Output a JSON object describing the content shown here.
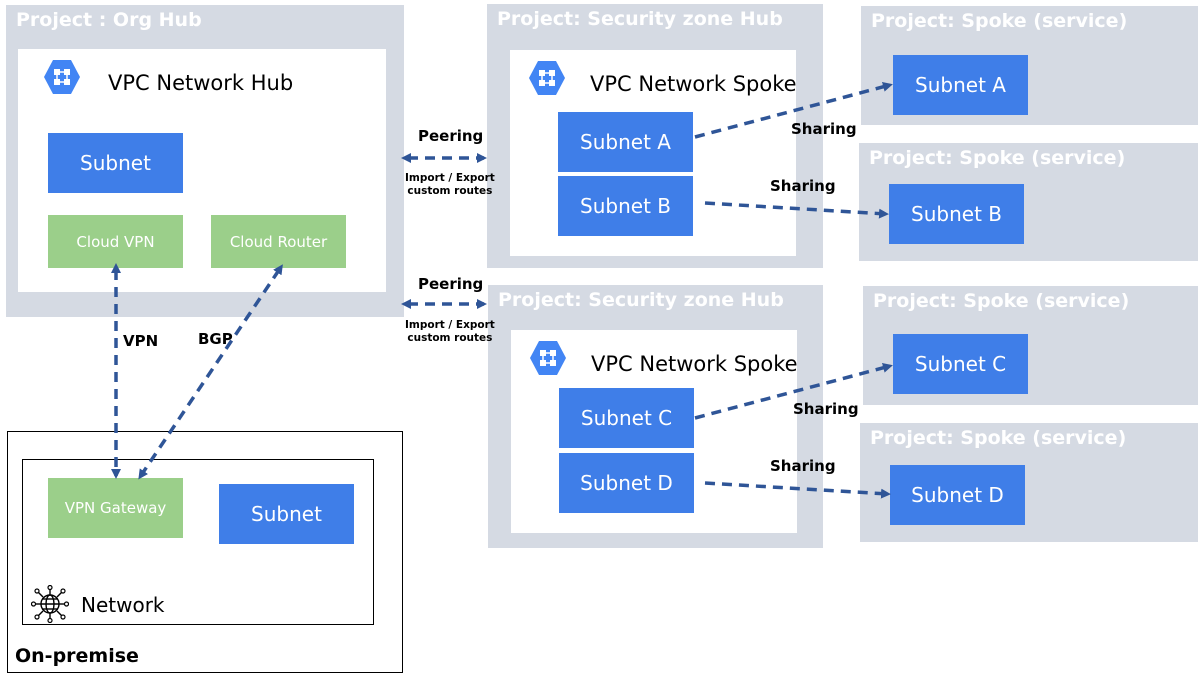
{
  "org_hub": {
    "title": "Project : Org Hub",
    "vpc_title": "VPC Network Hub",
    "subnet": "Subnet",
    "cloud_vpn": "Cloud VPN",
    "cloud_router": "Cloud Router"
  },
  "sec_hub_1": {
    "title": "Project: Security zone Hub",
    "vpc_title": "VPC Network Spoke",
    "subnet_1": "Subnet A",
    "subnet_2": "Subnet B"
  },
  "sec_hub_2": {
    "title": "Project: Security zone Hub",
    "vpc_title": "VPC Network Spoke",
    "subnet_1": "Subnet C",
    "subnet_2": "Subnet D"
  },
  "spokes": [
    {
      "title": "Project: Spoke (service)",
      "subnet": "Subnet A"
    },
    {
      "title": "Project: Spoke (service)",
      "subnet": "Subnet B"
    },
    {
      "title": "Project: Spoke (service)",
      "subnet": "Subnet C"
    },
    {
      "title": "Project: Spoke (service)",
      "subnet": "Subnet D"
    }
  ],
  "peering": [
    {
      "label": "Peering",
      "note": "Import / Export\ncustom routes"
    },
    {
      "label": "Peering",
      "note": "Import / Export\ncustom routes"
    }
  ],
  "sharing_labels": [
    "Sharing",
    "Sharing",
    "Sharing",
    "Sharing"
  ],
  "links": {
    "vpn": "VPN",
    "bgp": "BGP"
  },
  "onprem": {
    "title": "On-premise",
    "vpn_gateway": "VPN Gateway",
    "subnet": "Subnet",
    "network": "Network"
  },
  "colors": {
    "project_bg": "#d5dae3",
    "subnet_blue": "#3f7ee8",
    "green_box": "#9bcf8a",
    "arrow": "#2f5597",
    "gcp_icon": "#4285f4"
  }
}
